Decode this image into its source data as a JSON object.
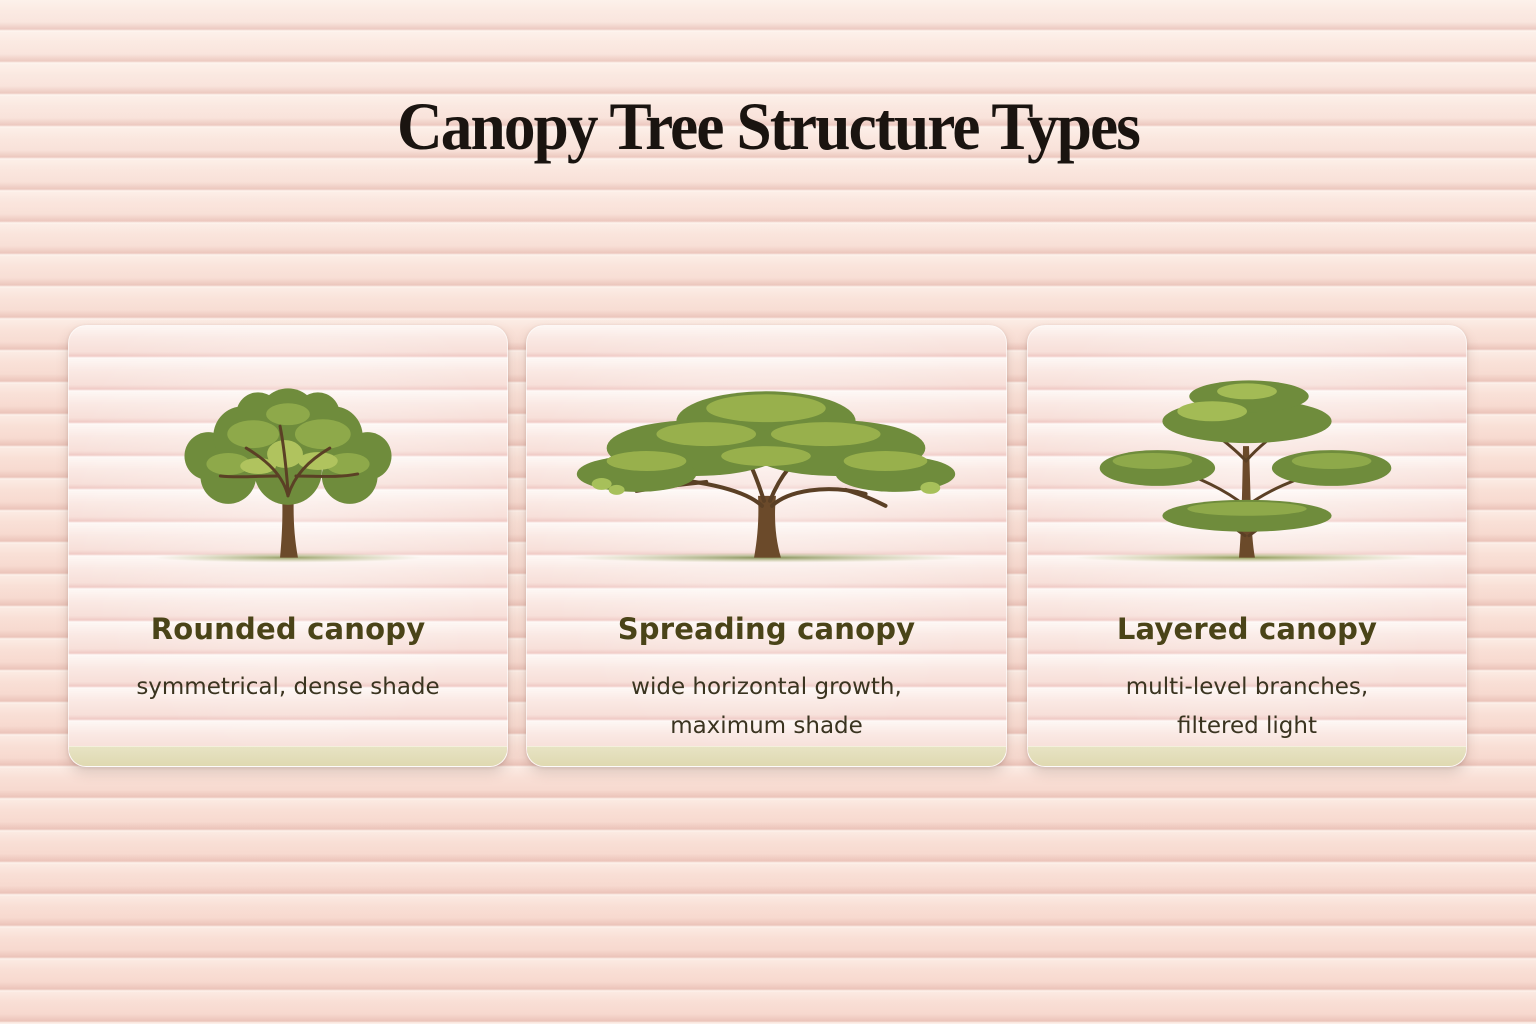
{
  "title": "Canopy Tree Structure Types",
  "colors": {
    "background": "#f8dcd2",
    "card": "#f9e6e0",
    "card_band": "#e0dab3",
    "heading_text": "#4a4418",
    "body_text": "#3a3420",
    "foliage_dark": "#6b8a3a",
    "foliage_light": "#a3bb55",
    "trunk": "#6b4a2a"
  },
  "cards": [
    {
      "heading": "Rounded canopy",
      "description_lines": [
        "symmetrical, dense shade"
      ],
      "icon": "rounded-tree-icon"
    },
    {
      "heading": "Spreading canopy",
      "description_lines": [
        "wide horizontal growth,",
        "maximum shade"
      ],
      "icon": "spreading-tree-icon"
    },
    {
      "heading": "Layered canopy",
      "description_lines": [
        "multi-level branches,",
        "filtered light"
      ],
      "icon": "layered-tree-icon"
    }
  ]
}
